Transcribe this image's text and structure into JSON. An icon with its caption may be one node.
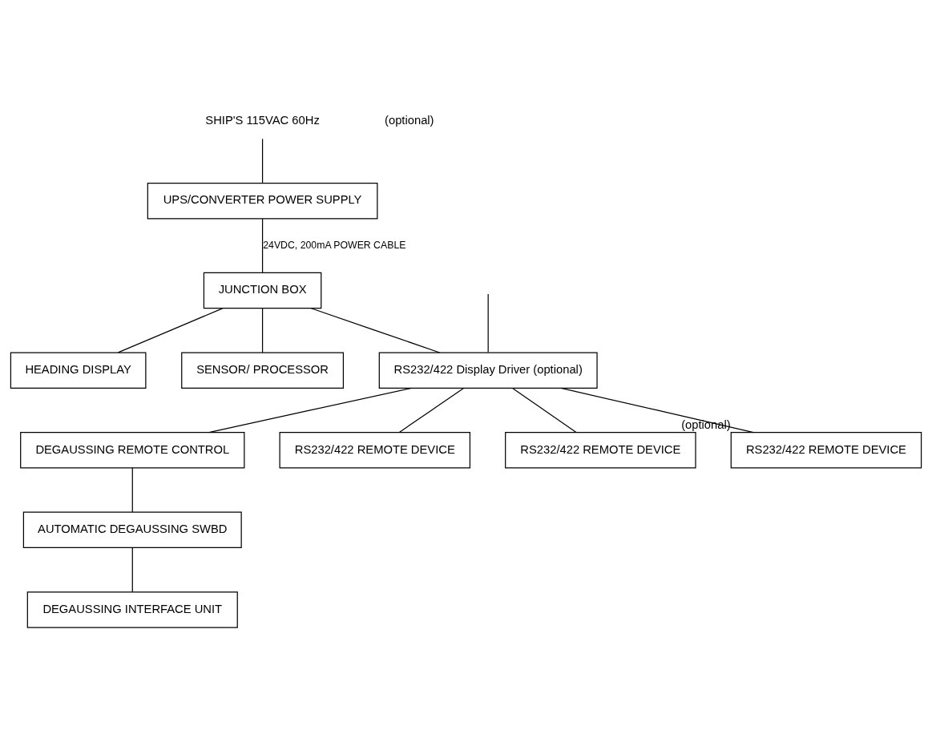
{
  "diagram": {
    "nodes": [
      {
        "text": [
          "SHIP'S 115VAC 60Hz"
        ]
      },
      {
        "text": [
          "UPS/CONVERTER POWER SUPPLY"
        ]
      },
      {
        "text": [
          "JUNCTION BOX"
        ]
      },
      {
        "text": [
          "RS232/422 Display Driver (optional)"
        ]
      },
      {
        "text": [
          "DEGAUSSING REMOTE CONTROL"
        ]
      },
      {
        "text": [
          "RS232/422 REMOTE DEVICE"
        ]
      },
      {
        "text": [
          "RS232/422 REMOTE DEVICE"
        ]
      },
      {
        "text": [
          "HEADING DISPLAY"
        ]
      },
      {
        "text": [
          "AUTOMATIC DEGAUSSING SWBD"
        ]
      },
      {
        "text": [
          "RS232/422 REMOTE DEVICE"
        ],
        "beside": [
          "(optional)"
        ]
      },
      {
        "text": [
          "SENSOR/ PROCESSOR"
        ]
      },
      {
        "text": [
          "DEGAUSSING INTERFACE UNIT"
        ]
      }
    ],
    "edges": [
      {
        "from": 0,
        "to": 1,
        "arrow": "none"
      },
      {
        "from": null,
        "to": 3,
        "arrow": "none"
      },
      {
        "from": 1,
        "to": 2,
        "arrow": "none",
        "label": "24VDC, 200mA POWER CABLE"
      },
      {
        "from": 2,
        "to": 3,
        "arrow": "none"
      },
      {
        "from": 2,
        "to": 7,
        "arrow": "none"
      },
      {
        "from": 2,
        "to": 10,
        "arrow": "none"
      },
      {
        "from": 3,
        "to": 9,
        "arrow": "none"
      },
      {
        "from": 3,
        "to": 5,
        "arrow": "none"
      },
      {
        "from": 3,
        "to": 6,
        "arrow": "none"
      },
      {
        "from": 3,
        "to": 4,
        "arrow": "none"
      },
      {
        "from": 4,
        "to": 8,
        "arrow": "none"
      },
      {
        "from": 8,
        "to": 11,
        "arrow": "none"
      }
    ],
    "labels": [
      "(optional)"
    ]
  }
}
